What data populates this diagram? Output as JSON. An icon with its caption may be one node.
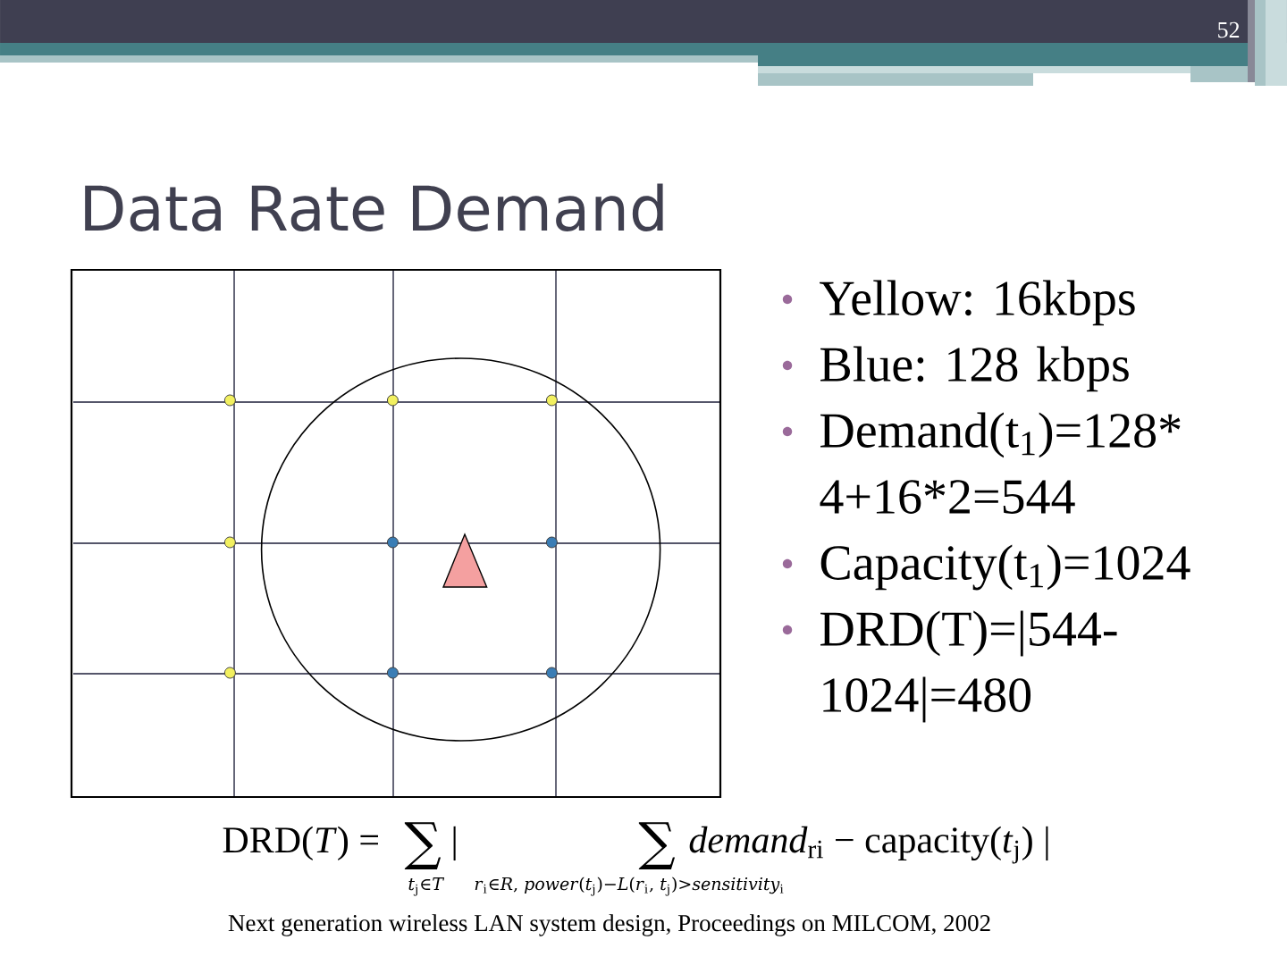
{
  "diagram": {
    "title": "Data Rate Demand",
    "caption": "Next generation wireless LAN system design, Proceedings on MILCOM, 2002",
    "labels": [
      "52",
      "Yellow: 16kbps",
      "Blue: 128 kbps",
      "Demand(t$_{1}$)=128* 4+16*2=544",
      "Capacity(t$_{1}$)=1024",
      "DRD(T)=|544- 1024|=480",
      "DRD(*T*) =",
      "∑",
      "|",
      "∑",
      "*demand*$_{ri}$ − capacity(*t*$_{j}$) |",
      "*t*$_{j}$∈*T*",
      "*r*$_{i}$∈*R*, *power*(*t*$_{j}$)−*L*(*r*$_{i}$, *t*$_{j}$)>*sensitivity*$_{i}$"
    ]
  }
}
